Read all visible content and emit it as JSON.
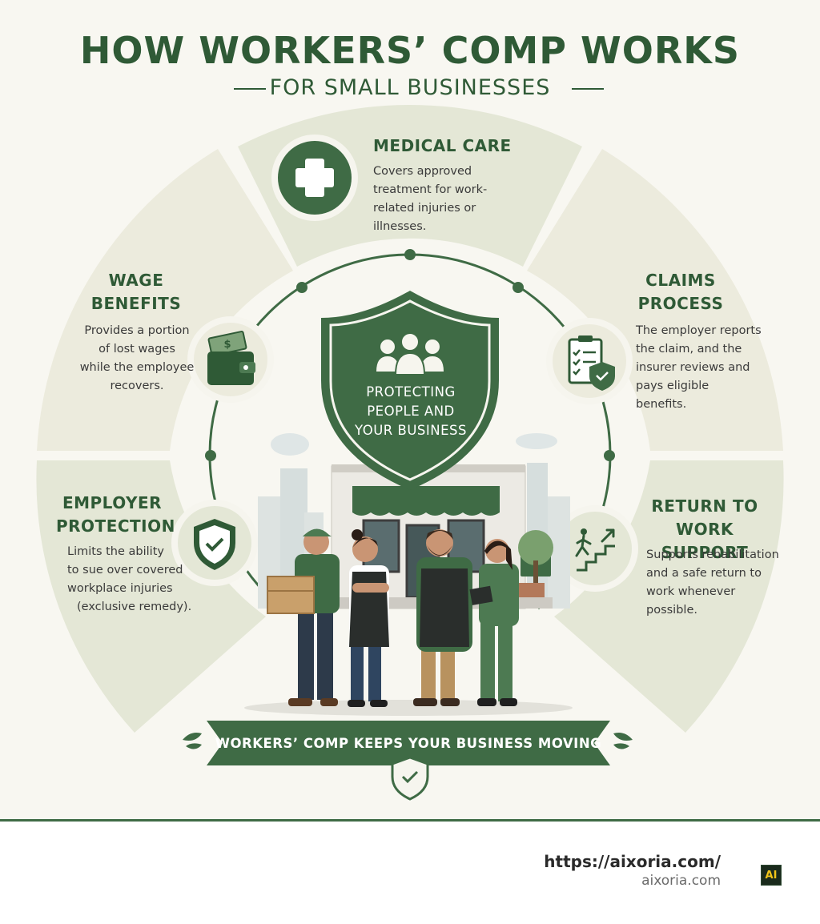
{
  "header": {
    "title": "HOW WORKERS’ COMP WORKS",
    "subtitle": "FOR SMALL BUSINESSES"
  },
  "center": {
    "lines": [
      "PROTECTING",
      "PEOPLE AND",
      "YOUR BUSINESS"
    ],
    "icon": "people-group-icon"
  },
  "sections": {
    "medical": {
      "title": "MEDICAL CARE",
      "desc": [
        "Covers approved",
        "treatment for work-",
        "related injuries or",
        "illnesses."
      ],
      "icon": "medical-cross-icon"
    },
    "wage": {
      "title": [
        "WAGE",
        "BENEFITS"
      ],
      "desc": [
        "Provides a portion",
        "of lost wages",
        "while the employee",
        "recovers."
      ],
      "icon": "wallet-money-icon"
    },
    "claims": {
      "title": [
        "CLAIMS",
        "PROCESS"
      ],
      "desc": [
        "The employer reports",
        "the claim, and the",
        "insurer reviews and",
        "pays eligible",
        "benefits."
      ],
      "icon": "clipboard-check-icon"
    },
    "employer": {
      "title": [
        "EMPLOYER",
        "PROTECTION"
      ],
      "desc": [
        "Limits the ability",
        "to sue over covered",
        "workplace injuries",
        "(exclusive remedy)."
      ],
      "icon": "shield-check-icon"
    },
    "return": {
      "title": [
        "RETURN TO",
        "WORK SUPPORT"
      ],
      "desc": [
        "Supports rehabilitation",
        "and a safe return to",
        "work whenever",
        "possible."
      ],
      "icon": "stairs-climb-icon"
    }
  },
  "banner": {
    "text": "WORKERS’ COMP KEEPS YOUR BUSINESS MOVING",
    "icon": "shield-check-icon"
  },
  "footer": {
    "url": "https://aixoria.com/",
    "domain": "aixoria.com",
    "badge": "AI"
  },
  "colors": {
    "primary_green": "#3f6b45",
    "dark_green": "#2f5a36",
    "sector_light": "#ecece0",
    "sector_green": "#e4e7d6",
    "background": "#f8f7f1"
  }
}
